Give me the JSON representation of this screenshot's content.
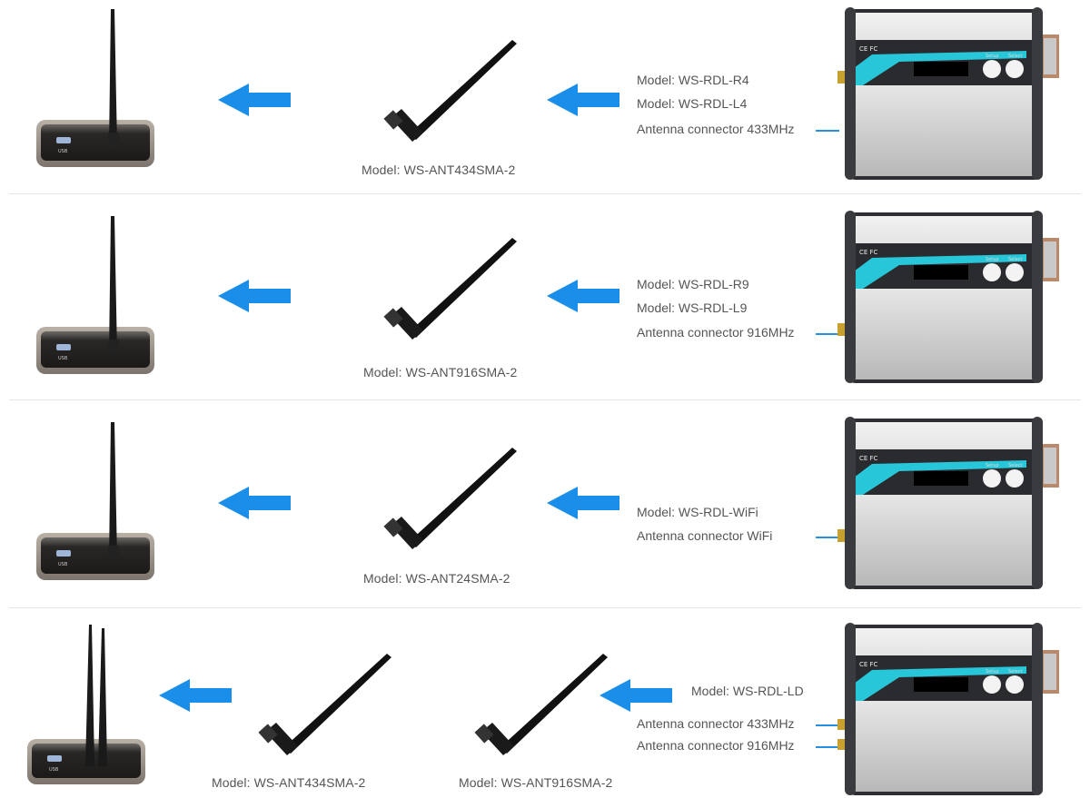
{
  "rows": [
    {
      "antenna_model": "Model: WS-ANT434SMA-2",
      "device_lines": [
        "Model: WS-RDL-R4",
        "Model: WS-RDL-L4",
        "Antenna connector 433MHz"
      ]
    },
    {
      "antenna_model": "Model:  WS-ANT916SMA-2",
      "device_lines": [
        "Model: WS-RDL-R9",
        "Model: WS-RDL-L9",
        "Antenna connector 916MHz"
      ]
    },
    {
      "antenna_model": "Model:  WS-ANT24SMA-2",
      "device_lines": [
        "Model: WS-RDL-WiFi",
        "Antenna connector WiFi"
      ]
    },
    {
      "antenna_models": [
        "Model:  WS-ANT434SMA-2",
        "Model:  WS-ANT916SMA-2"
      ],
      "device_model": "Model: WS-RDL-LD",
      "device_lines": [
        "Antenna connector 433MHz",
        "Antenna connector 916MHz"
      ]
    }
  ],
  "device_face": {
    "cert_marks": "CE FC",
    "setup_label": "Setup",
    "select_label": "Select"
  },
  "receiver": {
    "port_label": "USB"
  },
  "colors": {
    "arrow": "#1a8ee8",
    "lead": "#2b8fe0",
    "text": "#555555",
    "accent": "#28c6d9"
  }
}
